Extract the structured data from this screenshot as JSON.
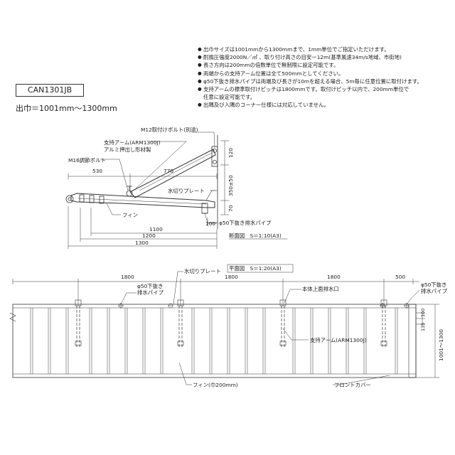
{
  "notes": [
    "出巾サイズは1001mmから1300mmまで、1mm単位でご指定いただけます。",
    "耐風圧強度2000N／㎡ 、取り付け高さの目安ー12m(基準風速34m/s地域、市街地)",
    "長さ方向は200mmの倍数単位で無制限に設定可能です。",
    "両端からの支持アーム位置は全て500mmとしてください。",
    "φ50下抜き排水パイプは両端及び長さが10mを超える場合、5m毎に任意位置に取付けます。",
    "支持アームの標準取付けピッチは1800mmです。取付けピッチ以内で、200mm単位で",
    "任意に設定可能です。",
    "出隅及び入隅のコーナー仕様には対応していません。"
  ],
  "model": "CAN1301JB",
  "projection": "出巾＝1001mm～1300mm",
  "section": {
    "labels": {
      "bolt_m12": "M12取付けボルト(別途)",
      "arm": "支持アーム(ARM1300J)",
      "arm_material": "アルミ押出し形材製",
      "bolt_m16": "M16調節ボルト",
      "drip_plate": "水切りプレート",
      "fin": "フィン",
      "drain_pipe": "φ50下抜き排水パイプ"
    },
    "dims": {
      "d530": "530",
      "d770": "770",
      "d120": "120",
      "d350": "350±50",
      "d70": "70",
      "d100": "100",
      "d1100": "1100",
      "d1200": "1200",
      "d1300": "1300"
    },
    "title": "断面図　S＝1:10(A3)"
  },
  "plan": {
    "title": "平面図　S＝1:20(A3)",
    "dims": {
      "p1800a": "1800",
      "p1800b": "1800",
      "p1800c": "1800",
      "p500": "500",
      "p100": "100",
      "p135": "135",
      "p_width": "1001～1300"
    },
    "labels": {
      "drip_plate": "水切りプレート",
      "pipe_left_1": "φ50下抜き",
      "pipe_left_2": "排水パイプ",
      "pipe_right_1": "φ50下抜き",
      "pipe_right_2": "排水パイプ",
      "body_outlet": "本体上面排水口",
      "arm": "支持アーム(ARM1300J)",
      "fin": "フィン(巾200mm)",
      "front_cover": "フロントカバー"
    }
  }
}
